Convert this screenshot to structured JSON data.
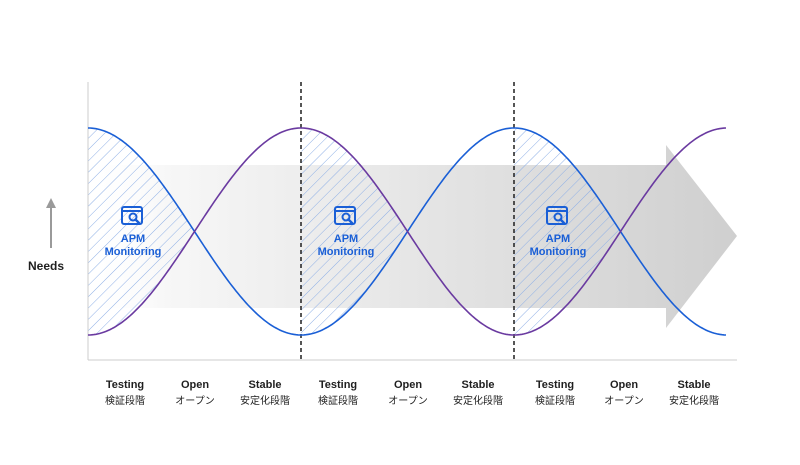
{
  "y_axis_label": "Needs",
  "monitor": {
    "line1": "APM",
    "line2": "Monitoring"
  },
  "phases": [
    {
      "en": "Testing",
      "ja": "検証段階"
    },
    {
      "en": "Open",
      "ja": "オープン"
    },
    {
      "en": "Stable",
      "ja": "安定化段階"
    },
    {
      "en": "Testing",
      "ja": "検証段階"
    },
    {
      "en": "Open",
      "ja": "オープン"
    },
    {
      "en": "Stable",
      "ja": "安定化段階"
    },
    {
      "en": "Testing",
      "ja": "検証段階"
    },
    {
      "en": "Open",
      "ja": "オープン"
    },
    {
      "en": "Stable",
      "ja": "安定化段階"
    }
  ],
  "colors": {
    "blue_curve": "#1a5fd6",
    "purple_curve": "#6a3aa0",
    "accent": "#1a5fd6",
    "arrow": "#cfcfcf",
    "axis": "#cccccc"
  }
}
